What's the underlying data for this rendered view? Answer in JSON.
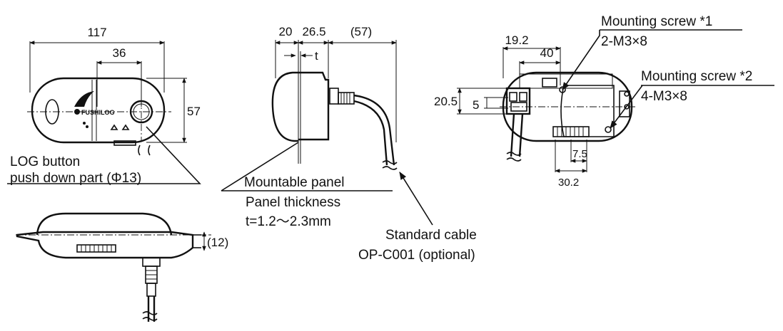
{
  "front_view": {
    "dim_width": "117",
    "dim_button_offset": "36",
    "dim_height": "57",
    "logo_text": "FUSHILOG",
    "log_button_label_1": "LOG button",
    "log_button_label_2": "push down part (Φ13)"
  },
  "side_view": {
    "dim_a": "20",
    "dim_b": "26.5",
    "dim_c": "(57)",
    "dim_t": "t",
    "mountable_panel": "Mountable panel",
    "panel_thickness": "Panel thickness",
    "thickness_range": "t=1.2～2.3mm",
    "cable_label_1": "Standard cable",
    "cable_label_2": "OP-C001 (optional)"
  },
  "rear_view": {
    "dim_19_2": "19.2",
    "dim_40": "40",
    "dim_20_5": "20.5",
    "dim_5": "5",
    "dim_7_5": "7.5",
    "dim_30_2": "30.2",
    "screw1_title": "Mounting screw *1",
    "screw1_spec": "2-M3×8",
    "screw2_title": "Mounting screw *2",
    "screw2_spec": "4-M3×8"
  },
  "bottom_view": {
    "dim_12": "(12)"
  }
}
